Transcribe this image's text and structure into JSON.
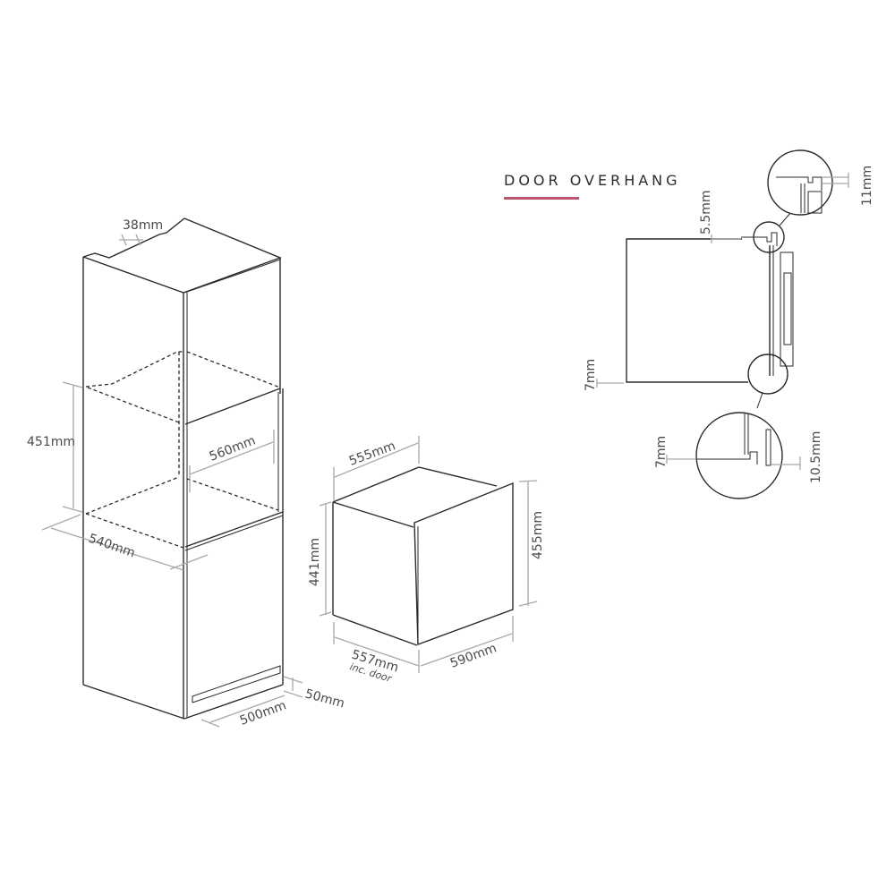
{
  "tall_cabinet": {
    "top_rebate": "38mm",
    "opening_height": "451mm",
    "opening_width": "560mm",
    "opening_depth": "540mm",
    "plinth_depth": "500mm",
    "plinth_height": "50mm"
  },
  "appliance": {
    "width": "555mm",
    "height_body": "441mm",
    "height_door": "455mm",
    "depth": "557mm",
    "depth_note": "inc. door",
    "door_width": "590mm"
  },
  "door_overhang": {
    "title": "DOOR OVERHANG",
    "accent_color": "#c0536e",
    "top_offset": "5.5mm",
    "top_detail": "11mm",
    "bottom_offset": "7mm",
    "bottom_detail_left": "7mm",
    "bottom_detail_right": "10.5mm"
  }
}
